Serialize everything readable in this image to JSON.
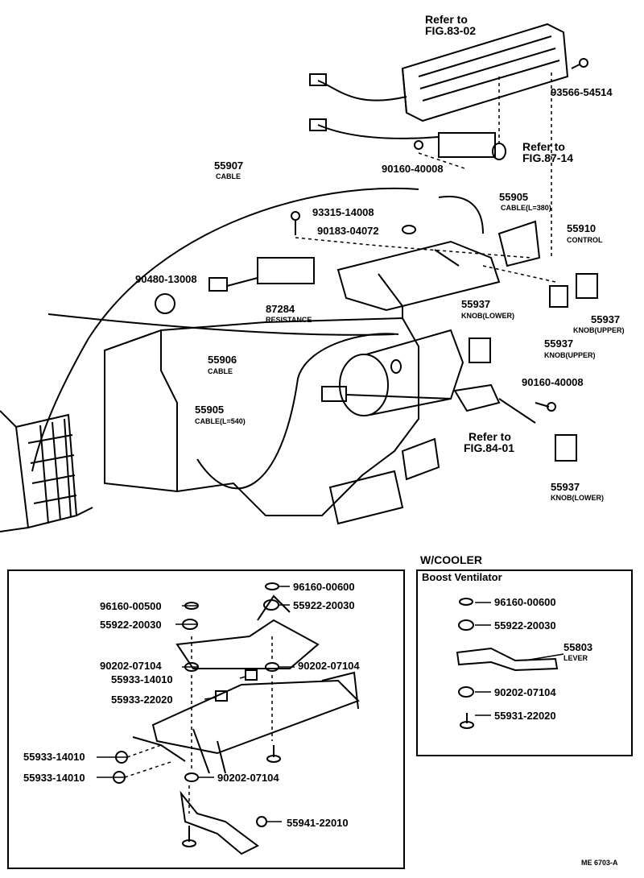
{
  "top": {
    "ref_fig83": [
      "Refer to",
      "FIG.83-02"
    ],
    "ref_fig87": [
      "Refer to",
      "FIG.87-14"
    ],
    "ref_fig84": [
      "Refer to",
      "FIG.84-01"
    ],
    "p_93566": "93566-54514",
    "p_90160a": "90160-40008",
    "p_55907": "55907",
    "p_55907_sub": "CABLE",
    "p_93315": "93315-14008",
    "p_90183": "90183-04072",
    "p_55905a": "55905",
    "p_55905a_sub": "CABLE(L=380)",
    "p_55910": "55910",
    "p_55910_sub": "CONTROL",
    "p_90480": "90480-13008",
    "p_87284": "87284",
    "p_87284_sub": "RESISTANCE",
    "p_55937a": "55937",
    "p_55937a_sub": "KNOB(LOWER)",
    "p_55937b": "55937",
    "p_55937b_sub": "KNOB(UPPER)",
    "p_55937c": "55937",
    "p_55937c_sub": "KNOB(UPPER)",
    "p_55906": "55906",
    "p_55906_sub": "CABLE",
    "p_90160b": "90160-40008",
    "p_55905b": "55905",
    "p_55905b_sub": "CABLE(L=540)",
    "p_55937d": "55937",
    "p_55937d_sub": "KNOB(LOWER)"
  },
  "left_box": {
    "items": [
      "96160-00600",
      "96160-00500",
      "55922-20030",
      "55922-20030",
      "90202-07104",
      "90202-07104",
      "55933-14010",
      "55933-22020",
      "55933-14010",
      "55933-14010",
      "90202-07104",
      "55941-22010"
    ]
  },
  "right_box": {
    "heading": "W/COOLER",
    "title": "Boost Ventilator",
    "items": [
      "96160-00600",
      "55922-20030",
      "55803",
      "90202-07104",
      "55931-22020"
    ],
    "lever_sub": "LEVER"
  },
  "footer_code": "ME 6703-A"
}
